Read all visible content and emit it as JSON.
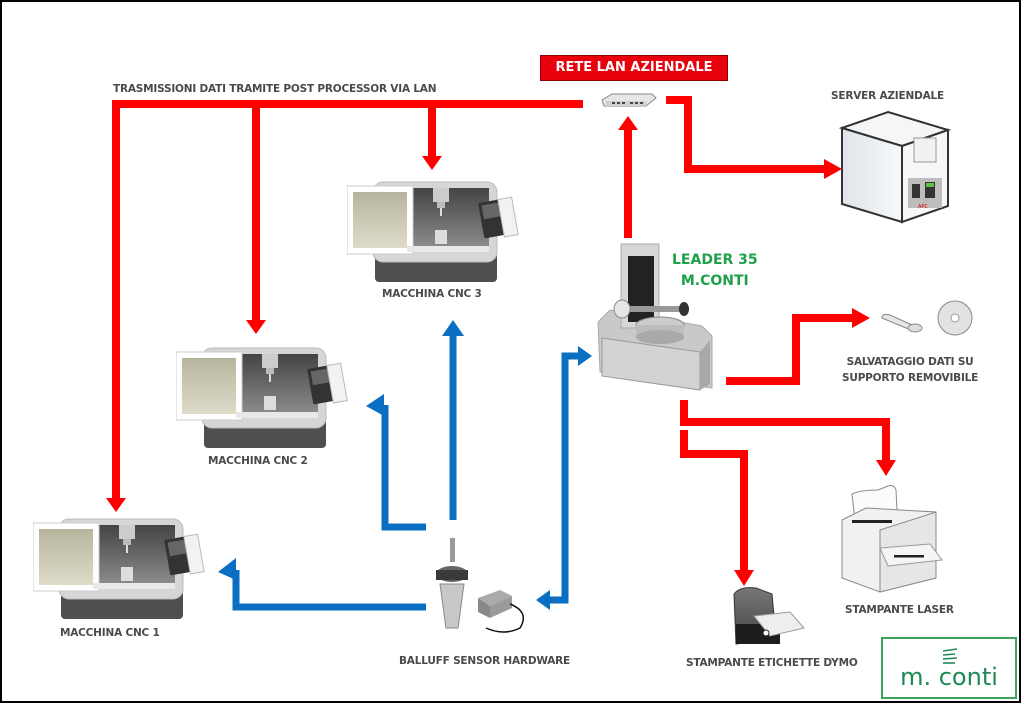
{
  "diagram": {
    "title_lan_badge": "RETE LAN AZIENDALE",
    "transmission_label": "TRASMISSIONI DATI TRAMITE POST PROCESSOR VIA LAN",
    "nodes": {
      "server": {
        "label": "SERVER AZIENDALE",
        "icon": "server-icon",
        "badge": "APC"
      },
      "switch": {
        "icon": "network-switch-icon"
      },
      "leader": {
        "line1": "LEADER 35",
        "line2": "M.CONTI",
        "icon": "tool-presetter-icon"
      },
      "removable": {
        "line1": "SALVATAGGIO DATI SU",
        "line2": "SUPPORTO REMOVIBILE",
        "icons": [
          "usb-drive-icon",
          "cd-disc-icon"
        ]
      },
      "laser_printer": {
        "label": "STAMPANTE LASER",
        "icon": "laser-printer-icon"
      },
      "dymo": {
        "label": "STAMPANTE ETICHETTE DYMO",
        "icon": "label-printer-icon"
      },
      "balluff": {
        "label": "BALLUFF SENSOR HARDWARE",
        "icon": "sensor-icon"
      },
      "cnc1": {
        "label": "MACCHINA CNC 1",
        "icon": "cnc-machine-icon"
      },
      "cnc2": {
        "label": "MACCHINA CNC 2",
        "icon": "cnc-machine-icon"
      },
      "cnc3": {
        "label": "MACCHINA CNC 3",
        "icon": "cnc-machine-icon"
      }
    },
    "connections": [
      {
        "from": "switch",
        "to": "cnc1",
        "kind": "lan"
      },
      {
        "from": "switch",
        "to": "cnc2",
        "kind": "lan"
      },
      {
        "from": "switch",
        "to": "cnc3",
        "kind": "lan"
      },
      {
        "from": "switch",
        "to": "server",
        "kind": "lan"
      },
      {
        "from": "leader",
        "to": "switch",
        "kind": "lan"
      },
      {
        "from": "leader",
        "to": "removable",
        "kind": "lan"
      },
      {
        "from": "leader",
        "to": "laser_printer",
        "kind": "lan"
      },
      {
        "from": "leader",
        "to": "dymo",
        "kind": "lan"
      },
      {
        "from": "balluff",
        "to": "cnc1",
        "kind": "sensor"
      },
      {
        "from": "balluff",
        "to": "cnc2",
        "kind": "sensor"
      },
      {
        "from": "balluff",
        "to": "cnc3",
        "kind": "sensor"
      },
      {
        "from": "balluff",
        "to": "leader",
        "kind": "sensor"
      }
    ],
    "colors": {
      "lan": "#ff0000",
      "sensor": "#0a6fc2",
      "leader_text": "#1fa04a",
      "logo": "#1f8a55"
    },
    "logo": {
      "text": "m. conti"
    }
  }
}
